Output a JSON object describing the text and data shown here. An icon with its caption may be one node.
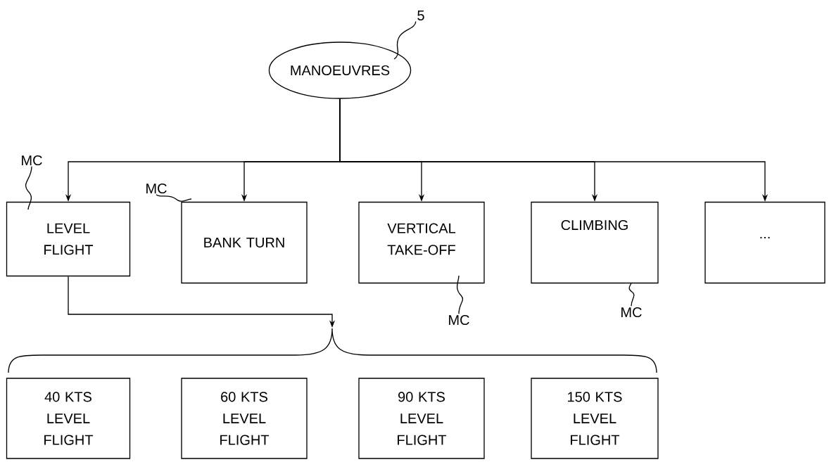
{
  "diagram": {
    "nodes": [
      {
        "text": [
          "MANOEUVRES"
        ]
      },
      {
        "text": [
          "LEVEL FLIGHT"
        ]
      },
      {
        "text": [
          "BANK TURN"
        ]
      },
      {
        "text": [
          "VERTICAL TAKE-OFF"
        ]
      },
      {
        "text": [
          "CLIMBING"
        ]
      },
      {
        "text": [
          "..."
        ]
      },
      {
        "text": [
          "40 KTS LEVEL FLIGHT"
        ]
      },
      {
        "text": [
          "60 KTS LEVEL FLIGHT"
        ]
      },
      {
        "text": [
          "90 KTS LEVEL FLIGHT"
        ]
      },
      {
        "text": [
          "150 KTS LEVEL FLIGHT"
        ]
      },
      {
        "text": [
          "5"
        ]
      },
      {
        "text": [
          "MC"
        ]
      },
      {
        "text": [
          "MC"
        ]
      },
      {
        "text": [
          "MC"
        ]
      },
      {
        "text": [
          "MC"
        ]
      },
      {
        "text": [],
        "shape": "brace"
      }
    ],
    "edges": [
      {
        "from": 0,
        "to": 1,
        "arrow": "to"
      },
      {
        "from": 0,
        "to": 2,
        "arrow": "to"
      },
      {
        "from": 0,
        "to": 3,
        "arrow": "to"
      },
      {
        "from": 0,
        "to": 4,
        "arrow": "to"
      },
      {
        "from": 0,
        "to": 5,
        "arrow": "to"
      },
      {
        "from": 1,
        "to": 15,
        "arrow": "to"
      },
      {
        "from": 10,
        "to": 0,
        "arrow": "none"
      },
      {
        "from": 11,
        "to": 1,
        "arrow": "none"
      },
      {
        "from": 12,
        "to": 2,
        "arrow": "none"
      },
      {
        "from": 13,
        "to": 3,
        "arrow": "none"
      },
      {
        "from": 14,
        "to": 4,
        "arrow": "none"
      }
    ]
  }
}
